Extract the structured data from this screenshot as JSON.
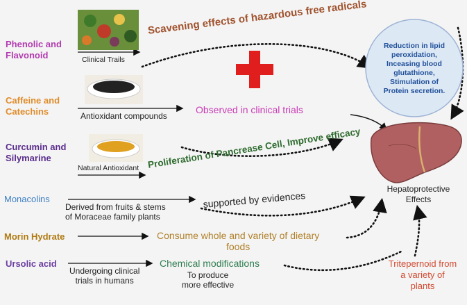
{
  "colors": {
    "phenolic": "#b23bb0",
    "caffeine": "#e08c2a",
    "curcumin": "#5a2d8c",
    "monacolins": "#3d7fc2",
    "morin": "#b07a12",
    "ursolic": "#6b3fa0",
    "scavenging": "#a0522d",
    "observed": "#c93bb5",
    "proliferation": "#2e6b2e",
    "consume": "#b0802a",
    "chemical": "#2e7d4f",
    "triterpenoid": "#d04a30",
    "liver": "#b06060",
    "cross": "#e01e1e",
    "circle_fill": "#dde8f5",
    "circle_text": "#1f4f99"
  },
  "compounds": [
    {
      "line1": "Phenolic and",
      "line2": "Flavonoid"
    },
    {
      "line1": "Caffeine and",
      "line2": "Catechins"
    },
    {
      "line1": "Curcumin and",
      "line2": "Silymarine"
    },
    {
      "line1": "Monacolins",
      "line2": ""
    },
    {
      "line1": "Morin Hydrate",
      "line2": ""
    },
    {
      "line1": "Ursolic acid",
      "line2": ""
    }
  ],
  "labels": {
    "clinical_trails": "Clinical Trails",
    "antioxidant_compounds": "Antioxidant compounds",
    "natural_antioxidant": "Natural Antioxidant",
    "derived_line1": "Derived from fruits & stems",
    "derived_line2": "of Moraceae family plants",
    "undergoing_line1": "Undergoing clinical",
    "undergoing_line2": "trials in humans"
  },
  "effects": {
    "scavenging": "Scavening effects of hazardous free radicals",
    "observed": "Observed in clinical trials",
    "proliferation": "Proliferation of Pancrease Cell, Improve efficacy",
    "supported": "supported by evidences",
    "consume_line1": "Consume whole and variety of dietary",
    "consume_line2": "foods",
    "chemical": "Chemical modifications",
    "produce_line1": "To produce",
    "produce_line2": "more effective",
    "triterpenoid_line1": "Tritepernoid from",
    "triterpenoid_line2": "a variety of",
    "triterpenoid_line3": "plants"
  },
  "circle": {
    "line1": "Reduction in lipid",
    "line2": "peroxidation,",
    "line3": "Inceasing blood",
    "line4": "glutathione,",
    "line5": "Stimulation of",
    "line6": "Protein secretion."
  },
  "outcome": {
    "line1": "Hepatoprotective",
    "line2": "Effects"
  }
}
